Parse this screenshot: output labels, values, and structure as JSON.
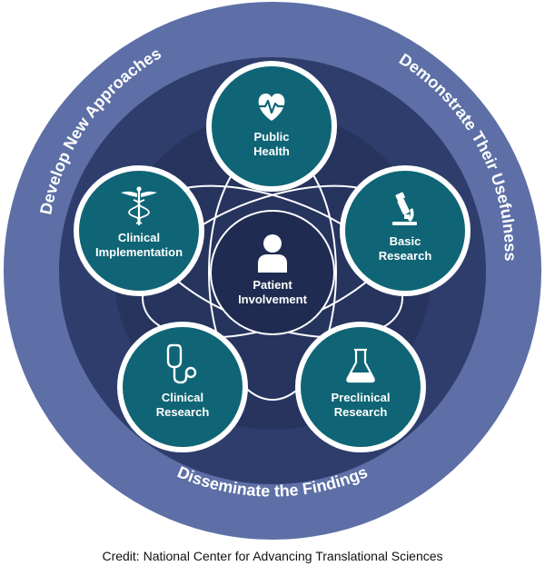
{
  "diagram": {
    "arc_labels": {
      "top_left": "Develop New Approaches",
      "top_right": "Demonstrate Their Usefulness",
      "bottom": "Disseminate the Findings"
    },
    "center": {
      "line1": "Patient",
      "line2": "Involvement",
      "icon": "person-icon"
    },
    "nodes": [
      {
        "line1": "Public",
        "line2": "Health",
        "icon": "heart-pulse-icon"
      },
      {
        "line1": "Basic",
        "line2": "Research",
        "icon": "microscope-icon"
      },
      {
        "line1": "Preclinical",
        "line2": "Research",
        "icon": "flask-icon"
      },
      {
        "line1": "Clinical",
        "line2": "Research",
        "icon": "stethoscope-icon"
      },
      {
        "line1": "Clinical",
        "line2": "Implementation",
        "icon": "caduceus-icon"
      }
    ],
    "colors": {
      "outer_ring": "#5d6fa6",
      "mid_ring": "#2e3d6c",
      "inner_disc": "#26345e",
      "core": "#1f2b50",
      "node_fill": "#0f6575",
      "node_border": "#ffffff"
    }
  },
  "credit": "Credit: National Center for Advancing Translational Sciences"
}
